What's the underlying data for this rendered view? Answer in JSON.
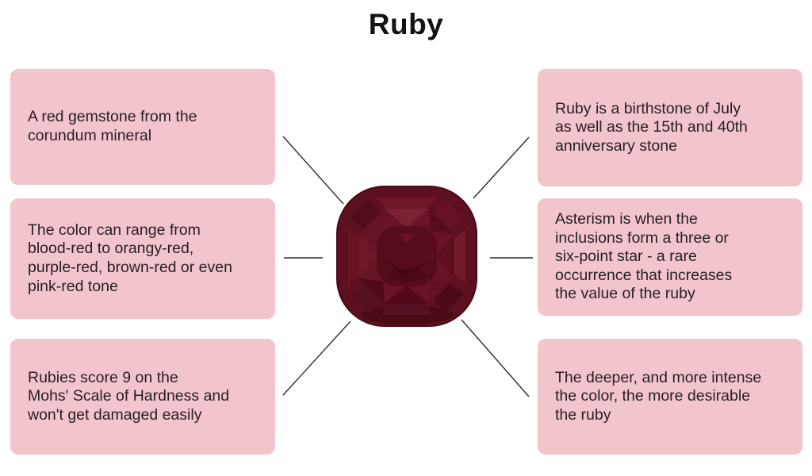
{
  "title": "Ruby",
  "boxes": {
    "left": [
      {
        "name": "mineral-origin",
        "text": "A red gemstone from the\ncorundum mineral"
      },
      {
        "name": "color-range",
        "text": "The color can range from\nblood-red to orangy-red,\npurple-red, brown-red or even\npink-red tone"
      },
      {
        "name": "hardness",
        "text": "Rubies score 9 on the\nMohs' Scale of Hardness and\nwon't get damaged easily"
      }
    ],
    "right": [
      {
        "name": "birthstone",
        "text": "Ruby is a birthstone of July\nas well as the 15th and 40th\nanniversary stone"
      },
      {
        "name": "asterism",
        "text": "Asterism is when the\ninclusions form a three or\nsix-point star - a rare\noccurrence that increases\nthe value of the ruby"
      },
      {
        "name": "color-value",
        "text": "The deeper, and more intense\nthe color, the more desirable\nthe ruby"
      }
    ]
  },
  "gem": {
    "label": "ruby-gemstone-cushion-cut"
  },
  "colors": {
    "box_background": "#F2C5CD",
    "text": "#271E22",
    "title": "#131313",
    "connector_line": "#2F2A2B",
    "gem_base": "#5C1021",
    "gem_dark": "#470A15",
    "gem_mid": "#691326",
    "gem_light": "#7A2133"
  }
}
